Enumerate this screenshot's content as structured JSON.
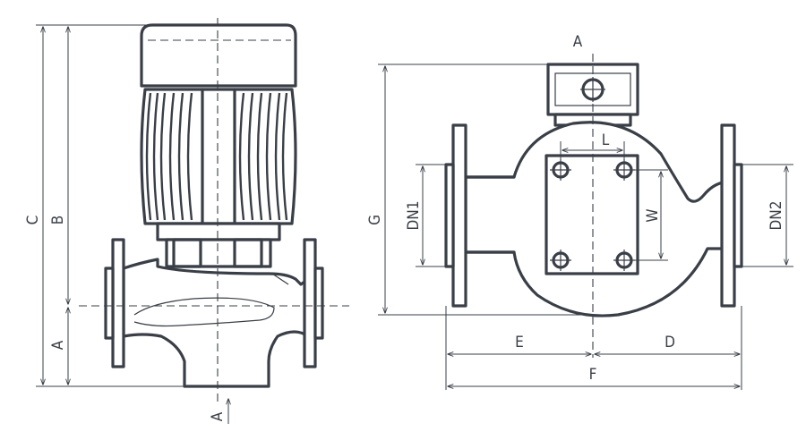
{
  "labels": {
    "A_top": "A",
    "A_bottom": "A",
    "A_side": "A",
    "B": "B",
    "C": "C",
    "G": "G",
    "DN1": "DN1",
    "DN2": "DN2",
    "L": "L",
    "W": "W",
    "E": "E",
    "D": "D",
    "F": "F"
  },
  "colors": {
    "line": "#3a3f47",
    "background": "#ffffff"
  }
}
